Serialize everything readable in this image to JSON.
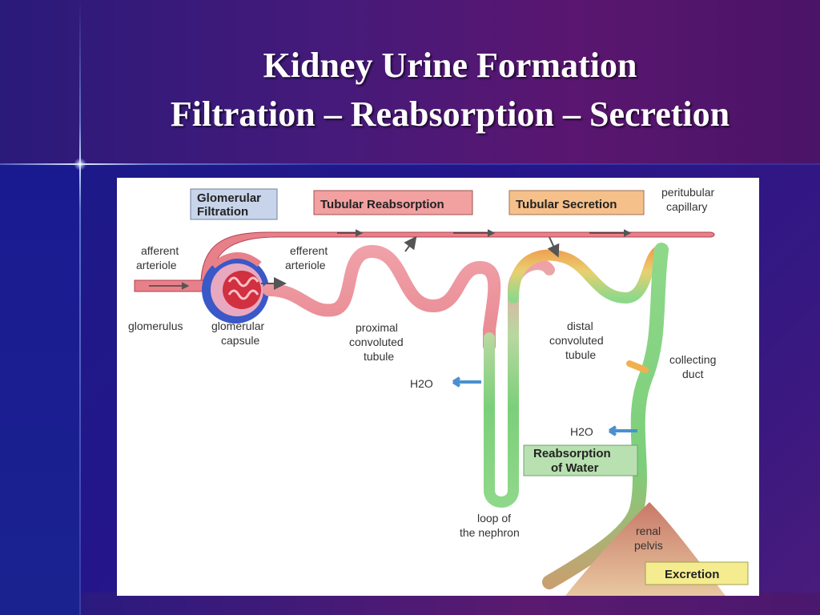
{
  "slide": {
    "title_line1": "Kidney Urine Formation",
    "title_line2": "Filtration – Reabsorption – Secretion"
  },
  "diagram": {
    "boxes": {
      "glomerular_filtration": [
        "Glomerular",
        "Filtration"
      ],
      "tubular_reabsorption": "Tubular Reabsorption",
      "tubular_secretion": "Tubular Secretion",
      "reabsorption_of_water": [
        "Reabsorption",
        "of Water"
      ],
      "excretion": "Excretion"
    },
    "labels": {
      "peritubular_capillary": [
        "peritubular",
        "capillary"
      ],
      "afferent_arteriole": [
        "afferent",
        "arteriole"
      ],
      "efferent_arteriole": [
        "efferent",
        "arteriole"
      ],
      "glomerulus": "glomerulus",
      "glomerular_capsule": [
        "glomerular",
        "capsule"
      ],
      "proximal_convoluted_tubule": [
        "proximal",
        "convoluted",
        "tubule"
      ],
      "distal_convoluted_tubule": [
        "distal",
        "convoluted",
        "tubule"
      ],
      "collecting_duct": [
        "collecting",
        "duct"
      ],
      "water_1": "H2O",
      "water_2": "H2O",
      "loop_of_nephron": [
        "loop of",
        "the nephron"
      ],
      "renal_pelvis": [
        "renal",
        "pelvis"
      ]
    },
    "colors": {
      "blood_vessel": "#e8808a",
      "reabsorption_box": "#f2a0a0",
      "secretion_box": "#f5c08a",
      "filtration_box": "#c8d4ea",
      "water_box": "#b8e0b0",
      "excretion_box": "#f5ec90",
      "tubule_green": "#7ccf7a",
      "arrow_blue": "#4a90d0"
    }
  }
}
